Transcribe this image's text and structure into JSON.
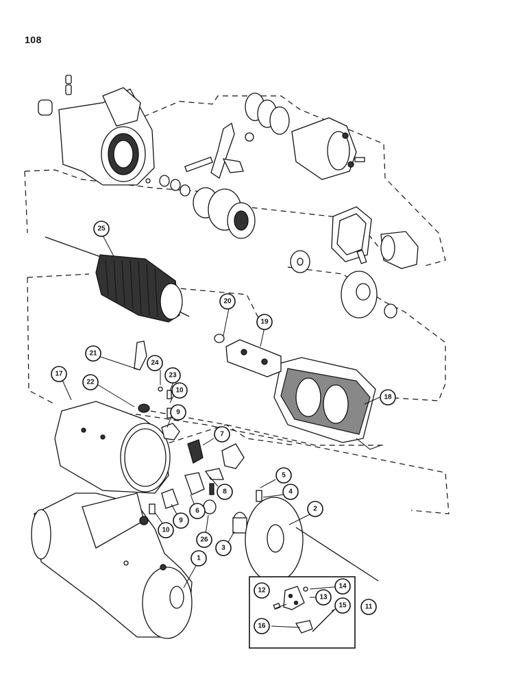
{
  "page_number": "108",
  "callouts": [
    "1",
    "2",
    "3",
    "4",
    "5",
    "6",
    "7",
    "8",
    "9",
    "9",
    "10",
    "10",
    "11",
    "12",
    "13",
    "14",
    "15",
    "16",
    "17",
    "18",
    "19",
    "20",
    "21",
    "22",
    "23",
    "24",
    "25",
    "26"
  ]
}
